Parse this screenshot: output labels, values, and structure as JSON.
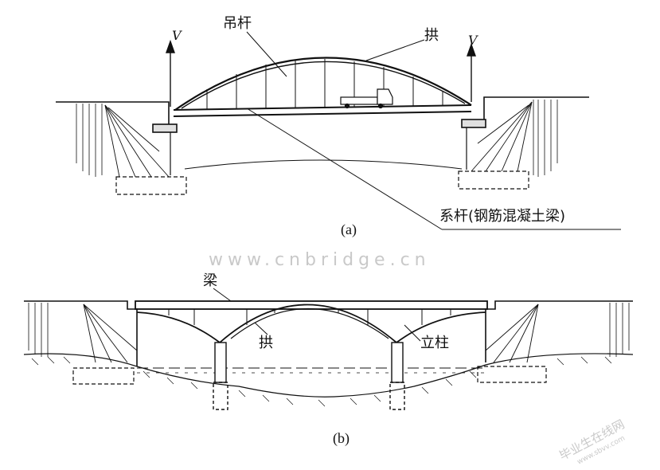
{
  "diagram_a": {
    "caption": "(a)",
    "labels": {
      "hanger": "吊杆",
      "arch": "拱",
      "tie": "系杆(钢筋混凝土梁)",
      "v_left": "V",
      "v_right": "V"
    }
  },
  "diagram_b": {
    "caption": "(b)",
    "labels": {
      "beam": "梁",
      "arch": "拱",
      "column": "立柱"
    }
  },
  "watermarks": {
    "center": "www.cnbridge.cn",
    "corner_main": "毕业生在线网",
    "corner_sub": "www.sbvv.com"
  }
}
